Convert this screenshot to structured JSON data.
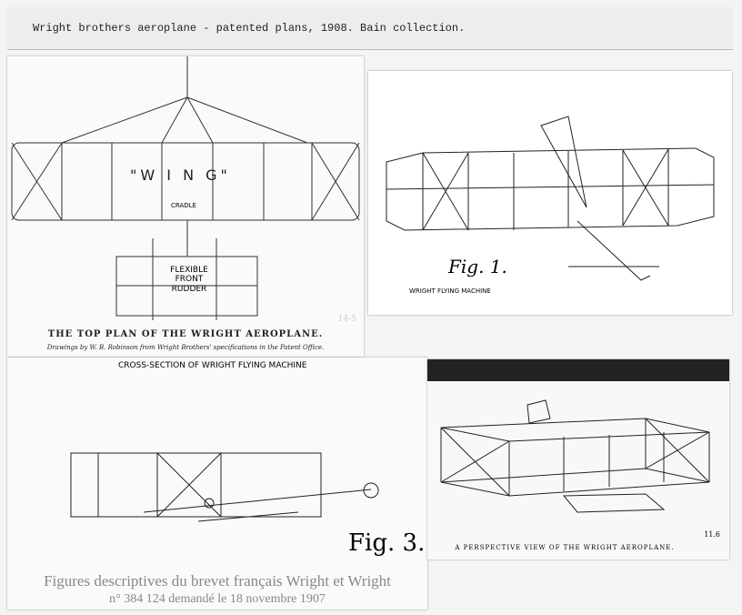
{
  "header": {
    "caption": "Wright brothers aeroplane - patented plans, 1908.  Bain collection."
  },
  "top_plan": {
    "wing_label": "\"W I N G\"",
    "cradle": "CRADLE",
    "rudder": "FLEXIBLE FRONT RUDDER",
    "title": "THE TOP PLAN OF THE WRIGHT AEROPLANE.",
    "credit": "Drawings by W. B. Robinson from Wright Brothers' specifications in the Patent Office.",
    "ref": "14-5"
  },
  "fig1": {
    "label": "Fig. 1.",
    "caption": "WRIGHT FLYING MACHINE"
  },
  "cross_section": {
    "title": "CROSS-SECTION OF WRIGHT FLYING MACHINE",
    "label": "Fig. 3.",
    "caption_line1": "Figures descriptives du brevet français Wright et Wright",
    "caption_line2": "n° 384 124 demandé le 18 novembre 1907"
  },
  "perspective": {
    "caption": "A PERSPECTIVE VIEW OF THE WRIGHT AEROPLANE.",
    "ref": "11.6"
  }
}
